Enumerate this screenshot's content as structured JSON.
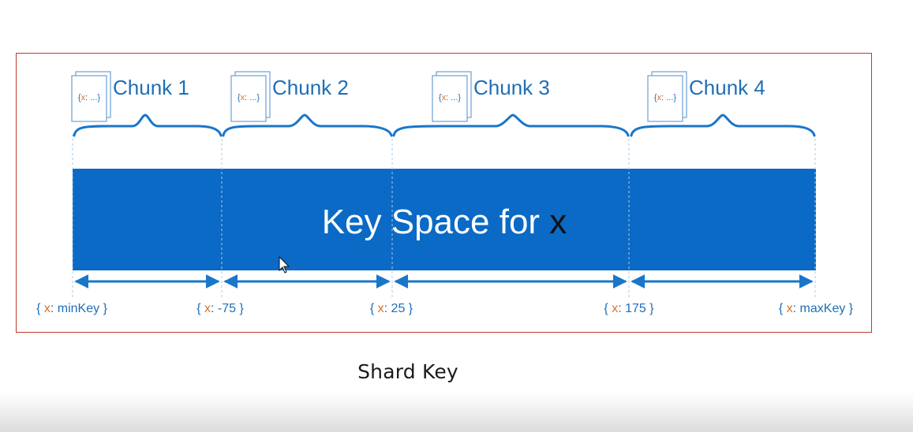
{
  "diagram": {
    "keyspace_label_prefix": "Key Space for ",
    "keyspace_label_var": "x",
    "chunks": [
      {
        "label": "Chunk 1",
        "doc_key": "x",
        "doc_rest": ": ...}"
      },
      {
        "label": "Chunk 2",
        "doc_key": "x",
        "doc_rest": ": ...}"
      },
      {
        "label": "Chunk 3",
        "doc_key": "x",
        "doc_rest": ": ...}"
      },
      {
        "label": "Chunk 4",
        "doc_key": "x",
        "doc_rest": ": ...}"
      }
    ],
    "boundaries": [
      {
        "open": "{ ",
        "key": "x",
        "sep": ": ",
        "value": "minKey",
        "close": " }"
      },
      {
        "open": "{ ",
        "key": "x",
        "sep": ": ",
        "value": "-75",
        "close": " }"
      },
      {
        "open": "{ ",
        "key": "x",
        "sep": ": ",
        "value": "25",
        "close": " }"
      },
      {
        "open": "{ ",
        "key": "x",
        "sep": ": ",
        "value": "175",
        "close": " }"
      },
      {
        "open": "{ ",
        "key": "x",
        "sep": ": ",
        "value": "maxKey",
        "close": " }"
      }
    ]
  },
  "caption": "Shard Key",
  "colors": {
    "band": "#0a6ac5",
    "text_blue": "#1d6fb8",
    "key_orange": "#e0701c",
    "frame": "#c0392b",
    "line_blue": "#1976c9"
  }
}
